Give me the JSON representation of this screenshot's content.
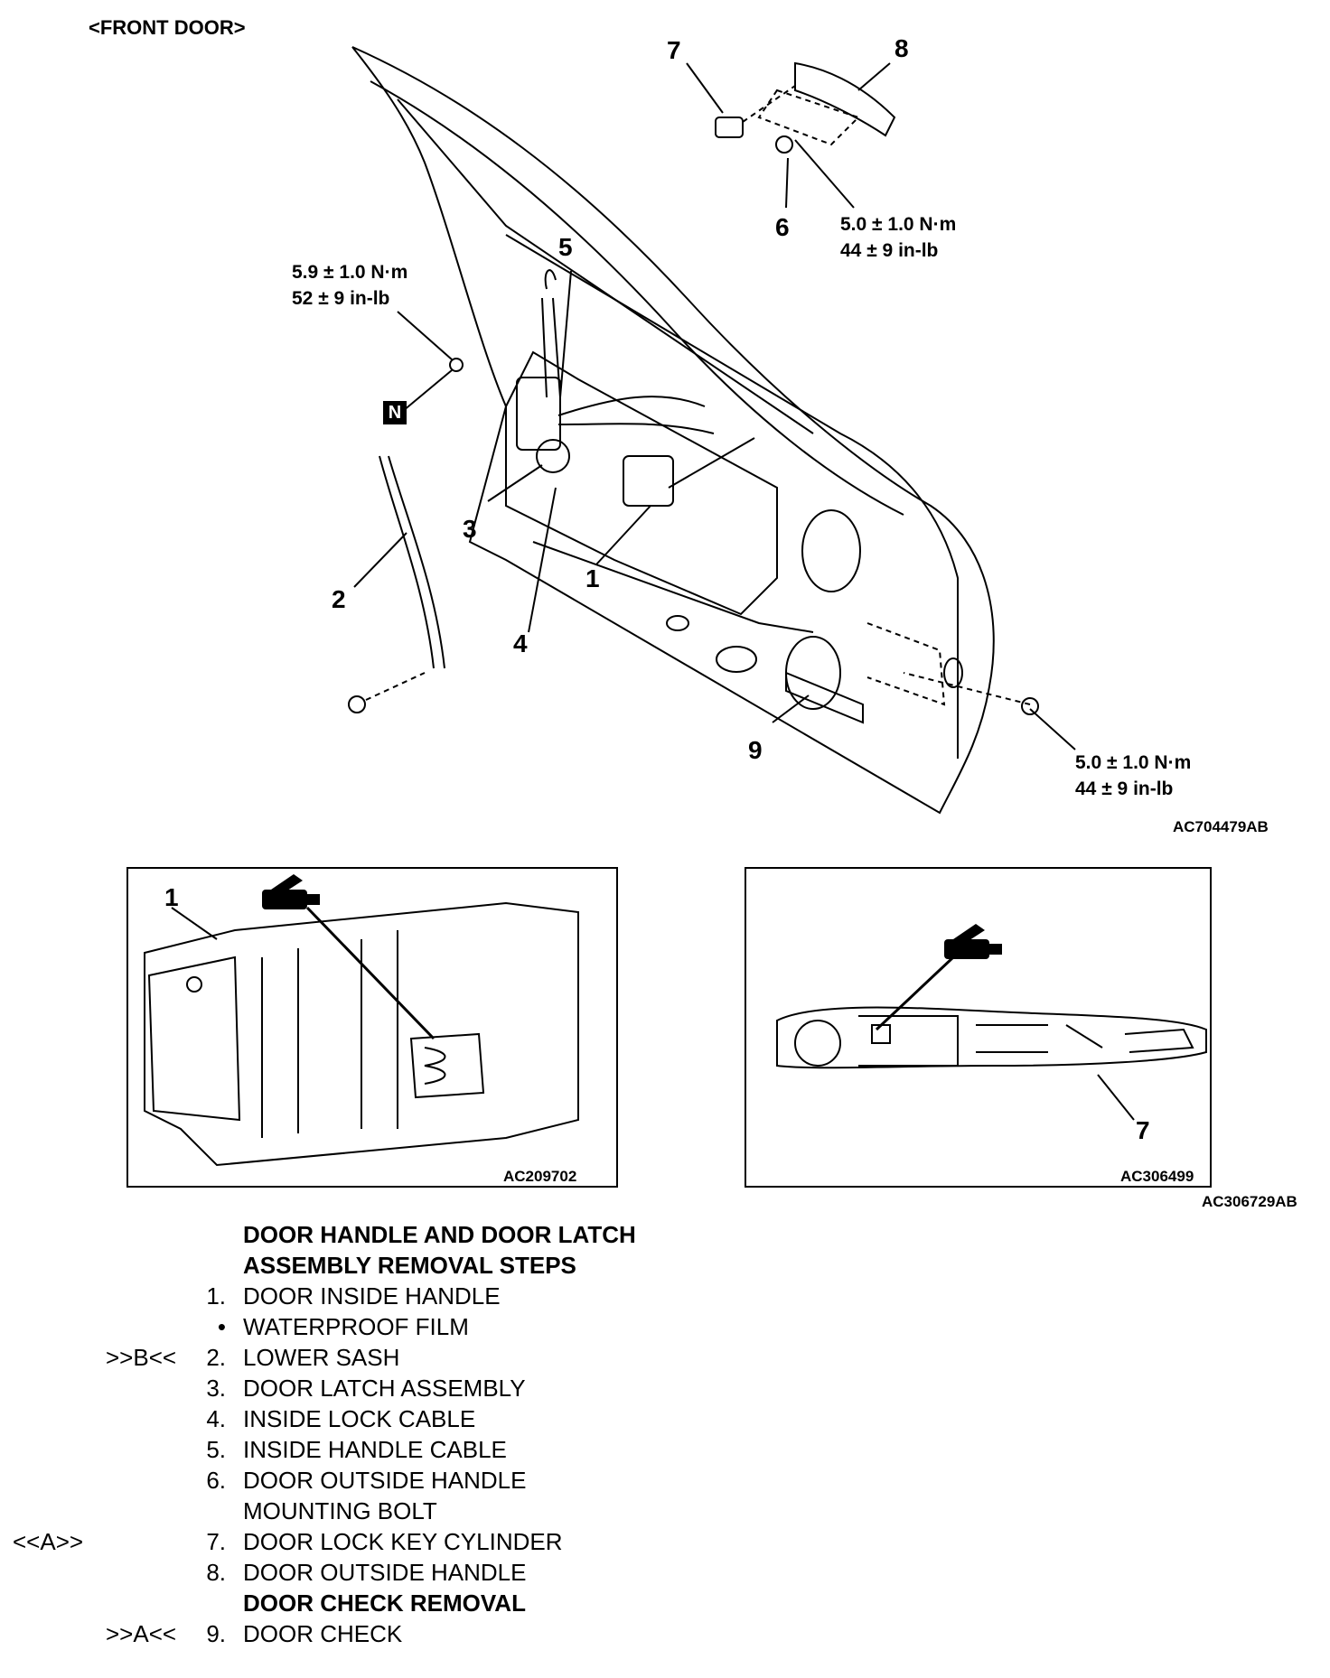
{
  "header": "<FRONT DOOR>",
  "callouts": {
    "c1": "1",
    "c2": "2",
    "c3": "3",
    "c4": "4",
    "c5": "5",
    "c6": "6",
    "c7": "7",
    "c8": "8",
    "c9": "9"
  },
  "torque": {
    "latch_nm": "5.9 ± 1.0 N·m",
    "latch_inlb": "52 ± 9 in-lb",
    "handle_nm": "5.0 ± 1.0 N·m",
    "handle_inlb": "44 ± 9 in-lb",
    "check_nm": "5.0 ± 1.0 N·m",
    "check_inlb": "44 ± 9 in-lb"
  },
  "n_marker": "N",
  "figure_ids": {
    "main": "AC704479AB",
    "detail_left": "AC209702",
    "detail_right": "AC306499",
    "detail_group": "AC306729AB"
  },
  "detail_callouts": {
    "left": "1",
    "right": "7"
  },
  "steps": {
    "title_line1": "DOOR HANDLE AND DOOR LATCH",
    "title_line2": "ASSEMBLY REMOVAL STEPS",
    "items": [
      {
        "num": "1.",
        "label": "DOOR INSIDE HANDLE",
        "ref": ""
      },
      {
        "num": "•",
        "label": "WATERPROOF FILM",
        "ref": ""
      },
      {
        "num": "2.",
        "label": "LOWER SASH",
        "ref": ">>B<<"
      },
      {
        "num": "3.",
        "label": "DOOR LATCH ASSEMBLY",
        "ref": ""
      },
      {
        "num": "4.",
        "label": "INSIDE LOCK CABLE",
        "ref": ""
      },
      {
        "num": "5.",
        "label": "INSIDE HANDLE CABLE",
        "ref": ""
      },
      {
        "num": "6.",
        "label": "DOOR OUTSIDE HANDLE",
        "ref": ""
      },
      {
        "num": "",
        "label": "MOUNTING BOLT",
        "ref": ""
      },
      {
        "num": "7.",
        "label": "DOOR LOCK KEY CYLINDER",
        "ref": "<<A>>"
      },
      {
        "num": "8.",
        "label": "DOOR OUTSIDE HANDLE",
        "ref": ""
      }
    ],
    "check_title": "DOOR CHECK REMOVAL",
    "check_item": {
      "num": "9.",
      "label": "DOOR CHECK",
      "ref": ">>A<<"
    }
  }
}
